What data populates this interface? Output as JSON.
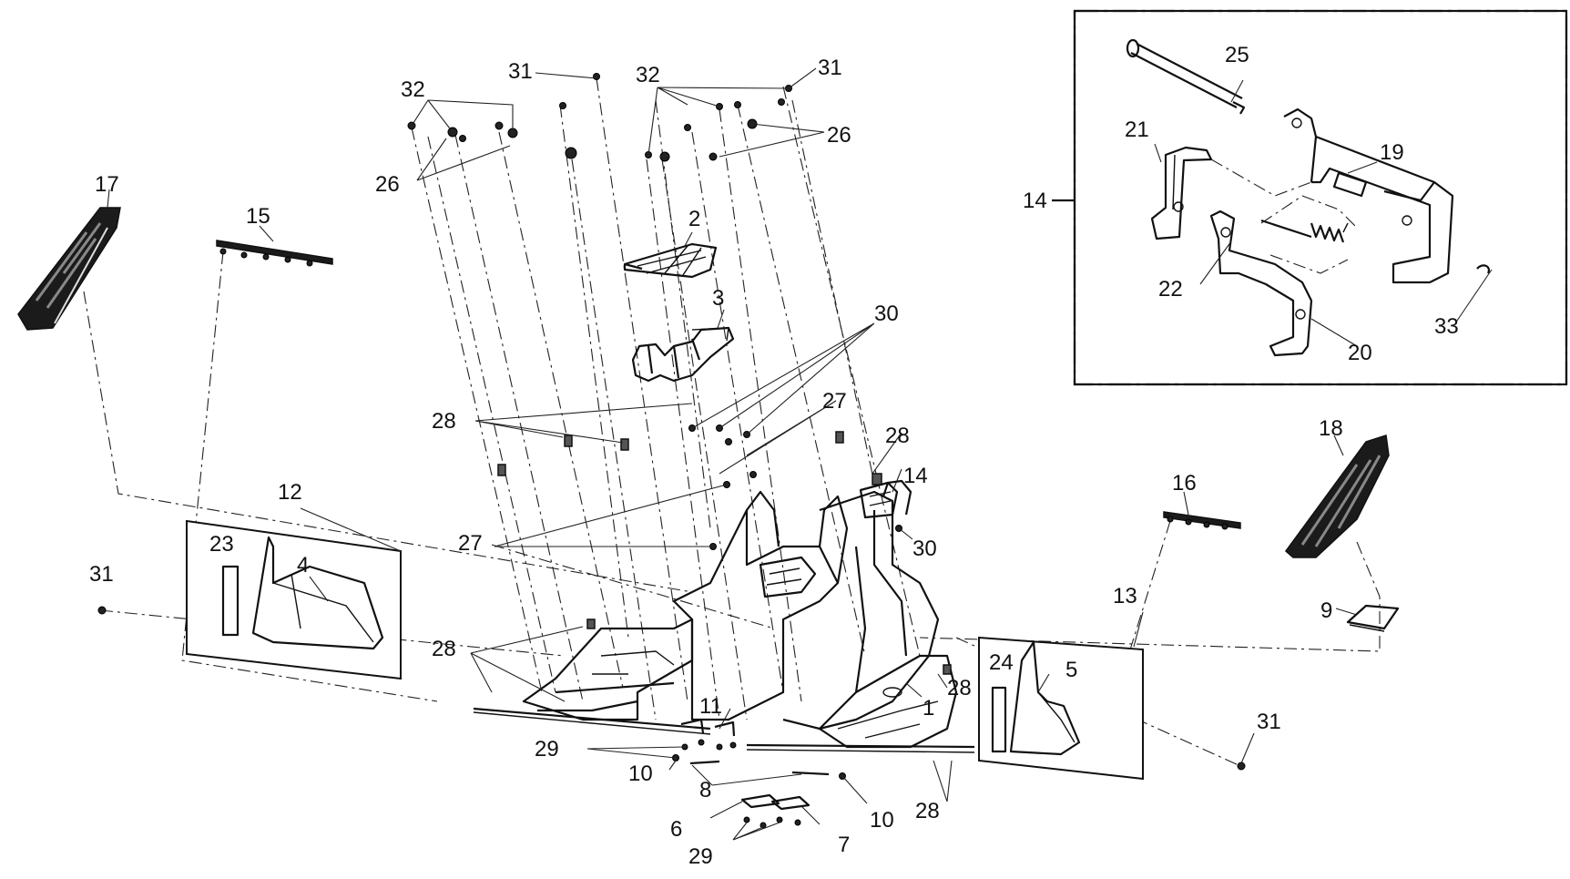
{
  "callouts": [
    {
      "id": "c17",
      "text": "17"
    },
    {
      "id": "c15",
      "text": "15"
    },
    {
      "id": "c32a",
      "text": "32"
    },
    {
      "id": "c31a",
      "text": "31"
    },
    {
      "id": "c32b",
      "text": "32"
    },
    {
      "id": "c31b",
      "text": "31"
    },
    {
      "id": "c26a",
      "text": "26"
    },
    {
      "id": "c26b",
      "text": "26"
    },
    {
      "id": "c2",
      "text": "2"
    },
    {
      "id": "c3",
      "text": "3"
    },
    {
      "id": "c30a",
      "text": "30"
    },
    {
      "id": "c28a",
      "text": "28"
    },
    {
      "id": "c27a",
      "text": "27"
    },
    {
      "id": "c28b",
      "text": "28"
    },
    {
      "id": "c14b",
      "text": "14"
    },
    {
      "id": "c27b",
      "text": "27"
    },
    {
      "id": "c30b",
      "text": "30"
    },
    {
      "id": "c12",
      "text": "12"
    },
    {
      "id": "c23",
      "text": "23"
    },
    {
      "id": "c4",
      "text": "4"
    },
    {
      "id": "c31c",
      "text": "31"
    },
    {
      "id": "c28c",
      "text": "28"
    },
    {
      "id": "c11",
      "text": "11"
    },
    {
      "id": "c1",
      "text": "1"
    },
    {
      "id": "c28d",
      "text": "28"
    },
    {
      "id": "c29a",
      "text": "29"
    },
    {
      "id": "c10a",
      "text": "10"
    },
    {
      "id": "c8",
      "text": "8"
    },
    {
      "id": "c10b",
      "text": "10"
    },
    {
      "id": "c28e",
      "text": "28"
    },
    {
      "id": "c6",
      "text": "6"
    },
    {
      "id": "c7",
      "text": "7"
    },
    {
      "id": "c29b",
      "text": "29"
    },
    {
      "id": "c16",
      "text": "16"
    },
    {
      "id": "c18",
      "text": "18"
    },
    {
      "id": "c13",
      "text": "13"
    },
    {
      "id": "c9",
      "text": "9"
    },
    {
      "id": "c24",
      "text": "24"
    },
    {
      "id": "c5",
      "text": "5"
    },
    {
      "id": "c31d",
      "text": "31"
    },
    {
      "id": "c14a",
      "text": "14"
    },
    {
      "id": "c25",
      "text": "25"
    },
    {
      "id": "c21",
      "text": "21"
    },
    {
      "id": "c19",
      "text": "19"
    },
    {
      "id": "c22",
      "text": "22"
    },
    {
      "id": "c33",
      "text": "33"
    },
    {
      "id": "c20",
      "text": "20"
    }
  ]
}
